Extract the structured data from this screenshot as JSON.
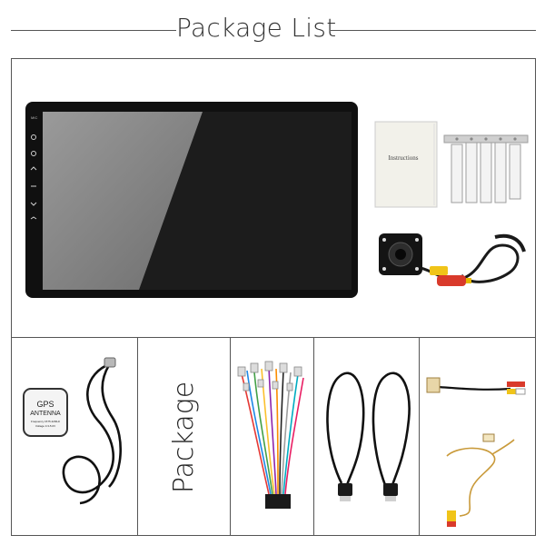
{
  "header": {
    "title": "Package List"
  },
  "items": {
    "instructions_label": "Instructions",
    "package_label": "Package",
    "gps": {
      "line1": "GPS",
      "line2": "ANTENNA",
      "fine_print_1": "Frequency 1575.42MHz",
      "fine_print_2": "Voltage 3.3-5.0V"
    }
  },
  "colors": {
    "frame": "#555555",
    "screen_dark": "#1c1c1c",
    "screen_light": "#8d8d8d",
    "bezel": "#101010",
    "cable": "#1a1a1a",
    "plug_red": "#d93a2b",
    "plug_yellow": "#f0c419"
  }
}
